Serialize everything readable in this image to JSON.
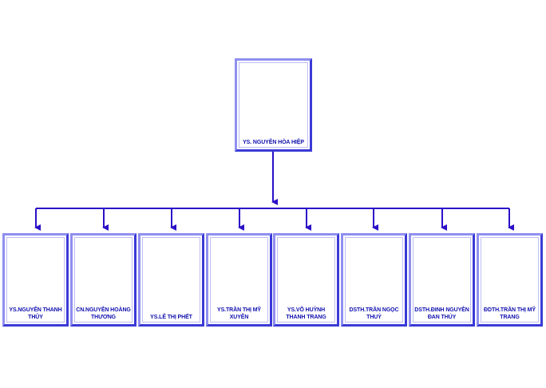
{
  "org_chart": {
    "root": {
      "label": "YS. NGUYỄN HÒA HIỆP"
    },
    "children": [
      {
        "label": "YS.NGUYỄN THANH THỦY"
      },
      {
        "label": "CN.NGUYỄN HOÀNG THƯƠNG"
      },
      {
        "label": "YS.LÊ THỊ PHẾT"
      },
      {
        "label": "YS.TRẦN THỊ MỸ XUYÊN"
      },
      {
        "label": "YS.VÕ HUỲNH THANH TRANG"
      },
      {
        "label": "DSTH.TRẦN NGỌC THUỶ"
      },
      {
        "label": "DSTH.ĐINH NGUYỄN ĐAN THÚY"
      },
      {
        "label": "ĐDTH.TRẦN THỊ MỸ TRANG"
      }
    ],
    "line_color": "#2a10c8"
  }
}
